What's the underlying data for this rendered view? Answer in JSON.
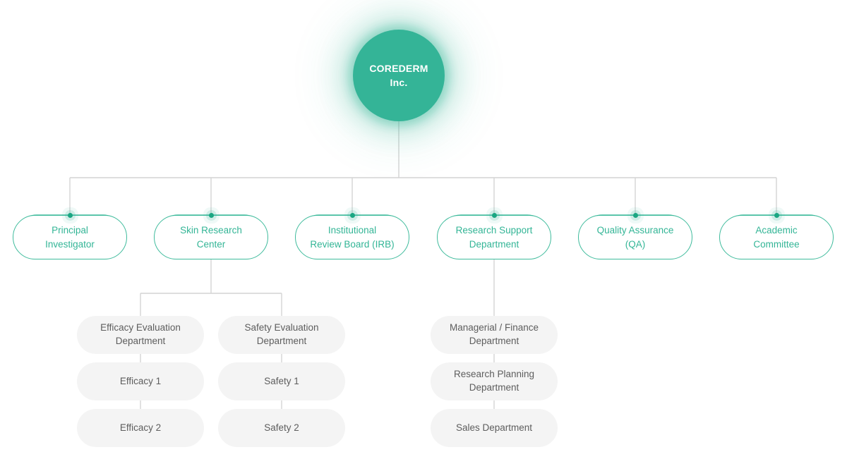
{
  "diagram": {
    "type": "organization-chart",
    "colors": {
      "accent_teal": "#34b497",
      "node_border_teal": "#3fbb9c",
      "node_text_teal": "#33b596",
      "connector_gray": "#d4d4d4",
      "connector_teal": "#2bb392",
      "leaf_background": "#f4f4f4",
      "leaf_text": "#5d5d5d",
      "canvas_background": "#ffffff",
      "root_text": "#ffffff"
    },
    "root": {
      "line1": "COREDERM",
      "line2": "Inc."
    },
    "level2": [
      {
        "id": "principal-investigator",
        "line1": "Principal",
        "line2": "Investigator"
      },
      {
        "id": "skin-research-center",
        "line1": "Skin Research",
        "line2": "Center"
      },
      {
        "id": "institutional-review-board",
        "line1": "Institutional",
        "line2": "Review Board (IRB)"
      },
      {
        "id": "research-support-department",
        "line1": "Research Support",
        "line2": "Department"
      },
      {
        "id": "quality-assurance",
        "line1": "Quality Assurance",
        "line2": "(QA)"
      },
      {
        "id": "academic-committee",
        "line1": "Academic",
        "line2": "Committee"
      }
    ],
    "level3": {
      "efficacy_branch": [
        {
          "id": "efficacy-evaluation-department",
          "line1": "Efficacy Evaluation",
          "line2": "Department"
        },
        {
          "id": "efficacy-1",
          "line1": "Efficacy 1",
          "line2": ""
        },
        {
          "id": "efficacy-2",
          "line1": "Efficacy 2",
          "line2": ""
        }
      ],
      "safety_branch": [
        {
          "id": "safety-evaluation-department",
          "line1": "Safety Evaluation",
          "line2": "Department"
        },
        {
          "id": "safety-1",
          "line1": "Safety 1",
          "line2": ""
        },
        {
          "id": "safety-2",
          "line1": "Safety 2",
          "line2": ""
        }
      ],
      "support_branch": [
        {
          "id": "managerial-finance-department",
          "line1": "Managerial / Finance",
          "line2": "Department"
        },
        {
          "id": "research-planning-department",
          "line1": "Research Planning",
          "line2": "Department"
        },
        {
          "id": "sales-department",
          "line1": "Sales Department",
          "line2": ""
        }
      ]
    }
  }
}
